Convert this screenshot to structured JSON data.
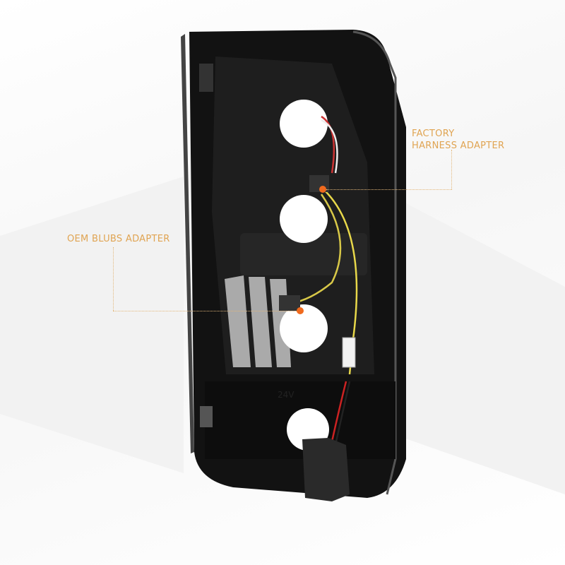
{
  "callouts": {
    "factory_harness_line1": "FACTORY",
    "factory_harness_line2": "HARNESS ADAPTER",
    "oem_bulbs": "OEM BLUBS ADAPTER"
  },
  "housing_marking": "24V",
  "colors": {
    "accent": "#e0a452",
    "marker": "#f06a1e",
    "housing": "#1a1a1a"
  }
}
